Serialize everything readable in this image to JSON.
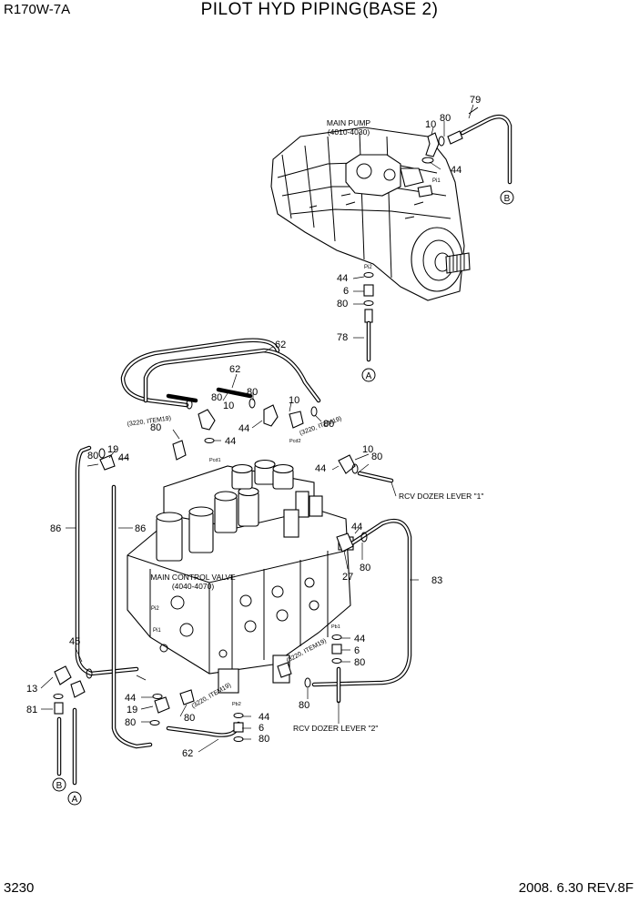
{
  "header": {
    "model": "R170W-7A",
    "title": "PILOT HYD PIPING(BASE 2)"
  },
  "footer": {
    "page": "3230",
    "date_rev": "2008. 6.30  REV.8F"
  },
  "components": {
    "main_pump": {
      "name": "MAIN PUMP",
      "ref": "(4010-4030)"
    },
    "main_control_valve": {
      "name": "MAIN CONTROL VALVE",
      "ref": "(4040-4070)"
    },
    "rcv_dozer_lever_1": "RCV DOZER LEVER \"1\"",
    "rcv_dozer_lever_2": "RCV DOZER LEVER \"2\""
  },
  "connectors": {
    "a": "A",
    "b": "B"
  },
  "port_labels": {
    "pi1": "Pi1",
    "pi2": "Pi2",
    "pcd1": "Pcd1",
    "pcd2": "Pcd2",
    "pi2b": "Pi2",
    "pi1b": "Pi1",
    "pb1": "Pb1",
    "pb2": "Pb2"
  },
  "notes": {
    "item_ref_1": "(3220, ITEM19)",
    "item_ref_2": "(3220, ITEM19)",
    "item_ref_3": "(3220, ITEM19)",
    "item_ref_4": "(3220, ITEM19)"
  },
  "callouts": {
    "c79": "79",
    "c10a": "10",
    "c80a": "80",
    "c44a": "44",
    "c44b": "44",
    "c6a": "6",
    "c80b": "80",
    "c78": "78",
    "c62a": "62",
    "c62b": "62",
    "c80c": "80",
    "c10b": "10",
    "c80d": "80",
    "c10c": "10",
    "c80e": "80",
    "c44c": "44",
    "c44d": "44",
    "c80f": "80",
    "c19a": "19",
    "c44e": "44",
    "c80g": "80",
    "c10d": "10",
    "c80h": "80",
    "c44f": "44",
    "c86a": "86",
    "c86b": "86",
    "c44g": "44",
    "c80i": "80",
    "c27": "27",
    "c83": "83",
    "c44h": "44",
    "c6b": "6",
    "c80j": "80",
    "c45": "45",
    "c13": "13",
    "c81": "81",
    "c44i": "44",
    "c19b": "19",
    "c80k": "80",
    "c80l": "80",
    "c44j": "44",
    "c6c": "6",
    "c80m": "80",
    "c80n": "80",
    "c62c": "62"
  }
}
